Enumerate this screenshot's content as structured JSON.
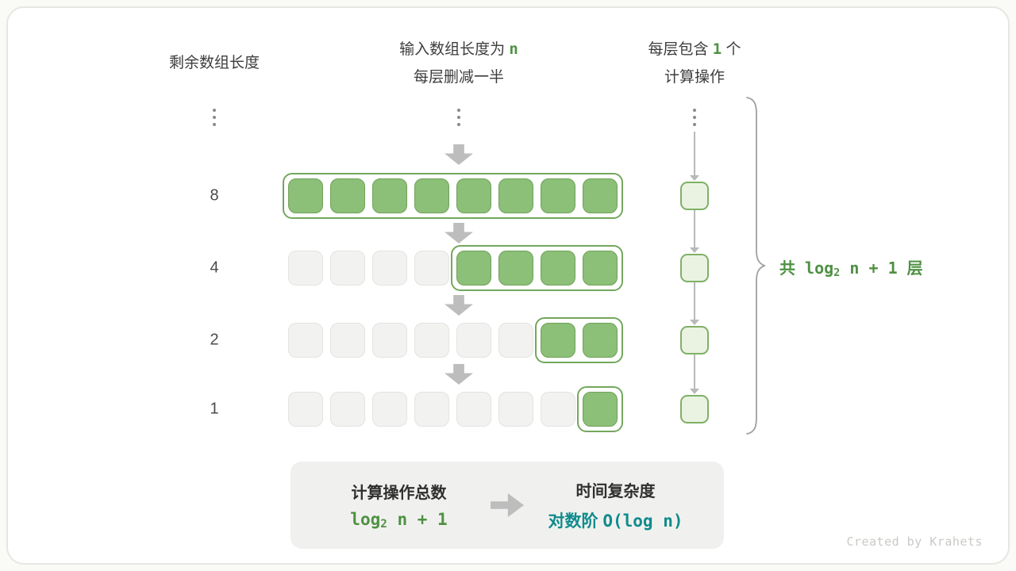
{
  "colors": {
    "green_fill": "#8CBF77",
    "green_border": "#6FA258",
    "green_outline": "#74A75C",
    "green_text": "#4F9143",
    "op_fill": "#EAF3E2",
    "op_border": "#7FB066",
    "teal_text": "#0F8B8D",
    "arrow_gray": "#BDBDBD",
    "inactive_fill": "#F2F2F0",
    "inactive_border": "#E3E3E0"
  },
  "headers": {
    "left": "剩余数组长度",
    "middle": {
      "line1_prefix": "输入数组长度为 ",
      "line1_highlight": "n",
      "line2": "每层删减一半"
    },
    "right": {
      "line1_prefix": "每层包含 ",
      "line1_highlight": "1",
      "line1_suffix": " 个",
      "line2": "计算操作"
    }
  },
  "rows": [
    {
      "label": "8",
      "total": 8,
      "active": 8
    },
    {
      "label": "4",
      "total": 8,
      "active": 4
    },
    {
      "label": "2",
      "total": 8,
      "active": 2
    },
    {
      "label": "1",
      "total": 8,
      "active": 1
    }
  ],
  "brace": {
    "prefix": "共 log",
    "sub": "2",
    "suffix": " n + 1 层"
  },
  "summary": {
    "ops_title": "计算操作总数",
    "ops_formula": {
      "prefix": "log",
      "sub": "2",
      "suffix": " n + 1"
    },
    "complexity_title": "时间复杂度",
    "complexity_prefix": "对数阶 ",
    "complexity_formula": "O(log n)"
  },
  "watermark": "Created by Krahets"
}
